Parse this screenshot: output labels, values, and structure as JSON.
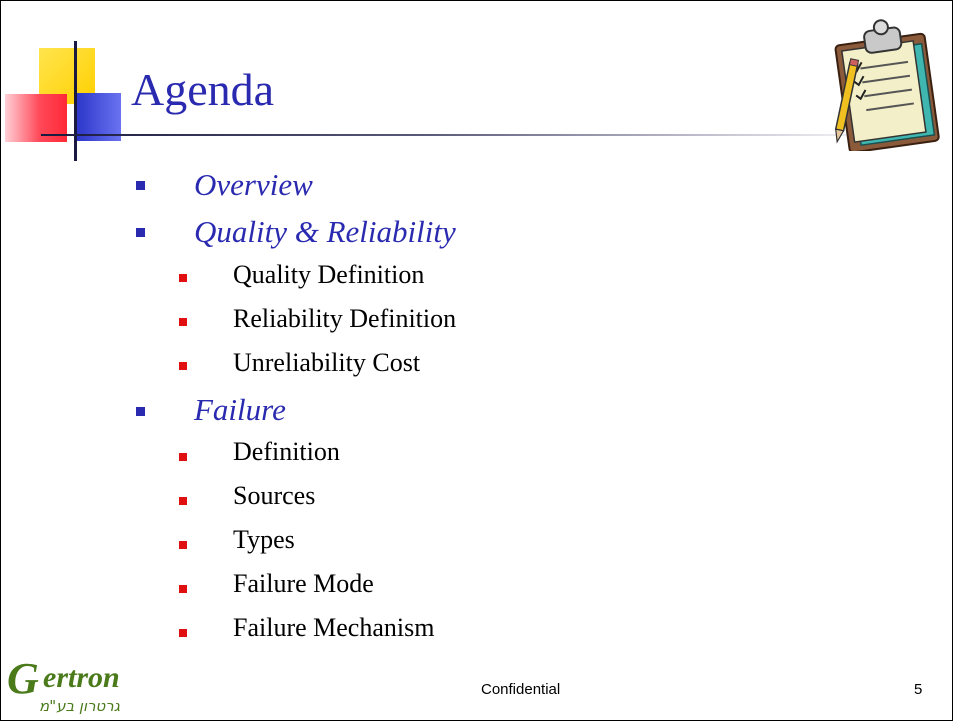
{
  "slide": {
    "title": "Agenda",
    "items": [
      {
        "level": 1,
        "text": "Overview"
      },
      {
        "level": 1,
        "text": "Quality & Reliability"
      },
      {
        "level": 2,
        "text": "Quality Definition"
      },
      {
        "level": 2,
        "text": "Reliability Definition"
      },
      {
        "level": 2,
        "text": "Unreliability Cost"
      },
      {
        "level": 1,
        "text": "Failure"
      },
      {
        "level": 2,
        "text": "Definition"
      },
      {
        "level": 2,
        "text": "Sources"
      },
      {
        "level": 2,
        "text": "Types"
      },
      {
        "level": 2,
        "text": "Failure Mode"
      },
      {
        "level": 2,
        "text": "Failure Mechanism"
      }
    ],
    "footer": {
      "confidential": "Confidential",
      "page_number": "5"
    },
    "logo": {
      "latin": "Gertron",
      "hebrew": "גרטרון בע\"מ"
    },
    "icons": {
      "decor": "clipboard-checklist-icon"
    },
    "colors": {
      "heading": "#2a2ab0",
      "bullet_level1": "#2a2ab0",
      "bullet_level2": "#e01010",
      "logo_green": "#4a7a1a"
    }
  }
}
